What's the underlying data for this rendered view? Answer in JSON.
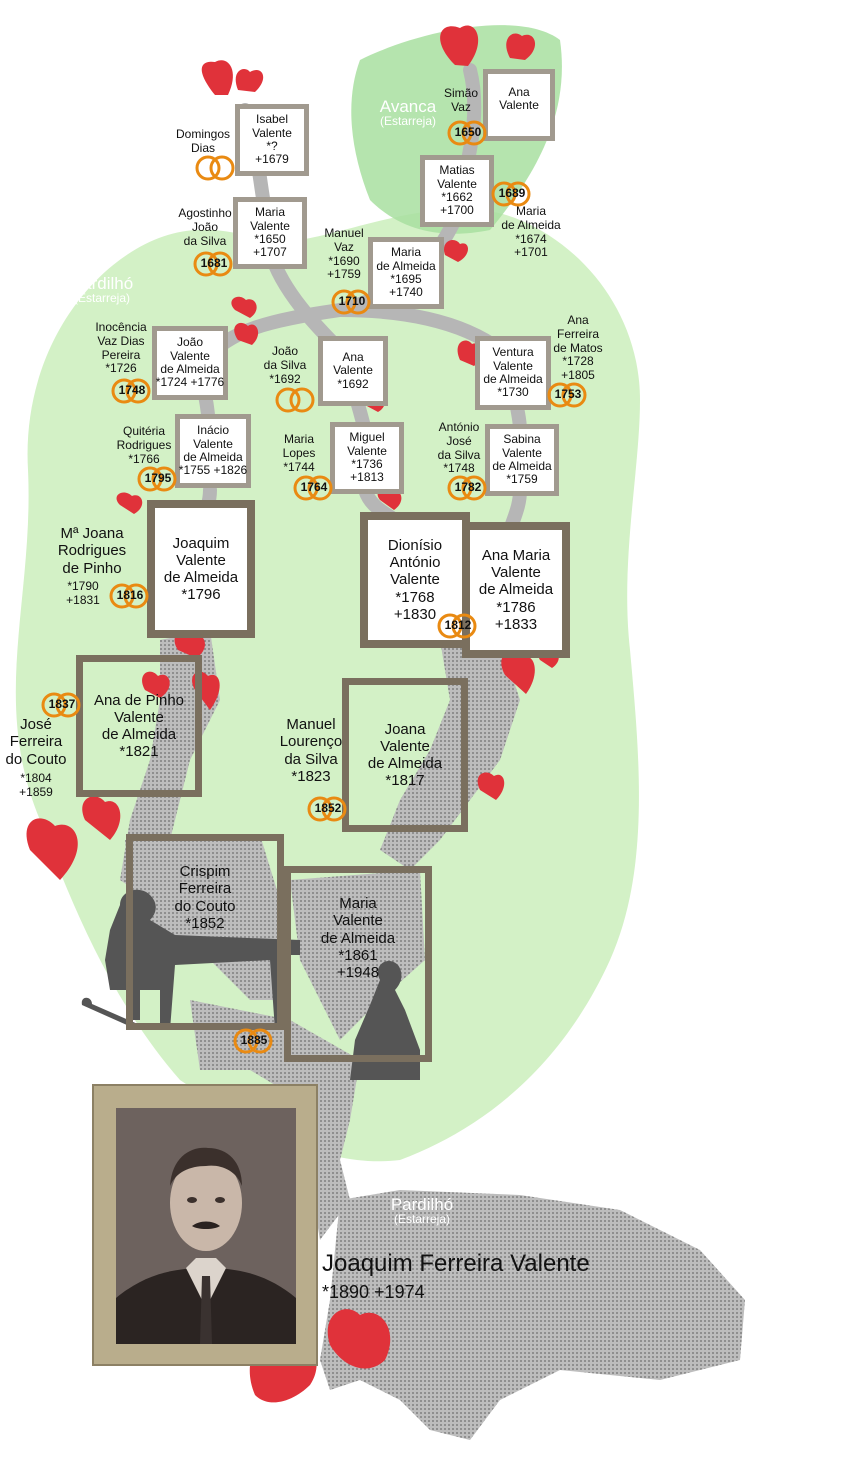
{
  "places": {
    "avanca": {
      "name": "Avanca",
      "region": "(Estarreja)"
    },
    "pardilho_top": {
      "name": "Pardilhó",
      "region": "(Estarreja)"
    },
    "pardilho_bottom": {
      "name": "Pardilhó",
      "region": "(Estarreja)"
    }
  },
  "boxes": {
    "isabel": [
      "Isabel",
      "Valente",
      "*?",
      "+1679"
    ],
    "ana_top": [
      "Ana",
      "Valente"
    ],
    "matias": [
      "Matias",
      "Valente",
      "*1662",
      "+1700"
    ],
    "maria_1650": [
      "Maria",
      "Valente",
      "*1650",
      "+1707"
    ],
    "maria_1695": [
      "Maria",
      "de Almeida",
      "*1695",
      "+1740"
    ],
    "joao_1724": [
      "João",
      "Valente",
      "de Almeida",
      "*1724 +1776"
    ],
    "ana_1692": [
      "Ana",
      "Valente",
      "*1692"
    ],
    "ventura": [
      "Ventura",
      "Valente",
      "de Almeida",
      "*1730"
    ],
    "inacio": [
      "Inácio",
      "Valente",
      "de Almeida",
      "*1755 +1826"
    ],
    "miguel": [
      "Miguel",
      "Valente",
      "*1736",
      "+1813"
    ],
    "sabina": [
      "Sabina",
      "Valente",
      "de Almeida",
      "*1759"
    ],
    "joaquim_1796": [
      "Joaquim",
      "Valente",
      "de Almeida",
      "*1796"
    ],
    "dionisio": [
      "Dionísio",
      "António",
      "Valente",
      "*1768",
      "+1830"
    ],
    "ana_maria": [
      "Ana Maria",
      "Valente",
      "de Almeida",
      "*1786",
      "+1833"
    ],
    "ana_pinho": [
      "Ana de Pinho",
      "Valente",
      "de Almeida",
      "*1821"
    ],
    "joana": [
      "Joana",
      "Valente",
      "de Almeida",
      "*1817"
    ],
    "crispim": [
      "Crispim",
      "Ferreira",
      "do Couto",
      "*1852"
    ],
    "maria_1861": [
      "Maria",
      "Valente",
      "de Almeida",
      "*1861",
      "+1948"
    ]
  },
  "labels": {
    "domingos": [
      "Domingos",
      "Dias"
    ],
    "simao": [
      "Simão",
      "Vaz"
    ],
    "agostinho": [
      "Agostinho",
      "João",
      "da Silva"
    ],
    "maria_1674": [
      "Maria",
      "de Almeida",
      "*1674",
      "+1701"
    ],
    "manuel_vaz": [
      "Manuel",
      "Vaz",
      "*1690",
      "+1759"
    ],
    "inocencia": [
      "Inocência",
      "Vaz Dias",
      "Pereira",
      "*1726"
    ],
    "joao_silva": [
      "João",
      "da Silva",
      "*1692"
    ],
    "ana_ferreira": [
      "Ana",
      "Ferreira",
      "de Matos",
      "*1728",
      "+1805"
    ],
    "quiteria": [
      "Quitéria",
      "Rodrigues",
      "*1766"
    ],
    "maria_lopes": [
      "Maria",
      "Lopes",
      "*1744"
    ],
    "antonio_jose": [
      "António",
      "José",
      "da Silva",
      "*1748"
    ],
    "ma_joana": [
      "Mª Joana",
      "Rodrigues",
      "de Pinho",
      "*1790",
      "+1831"
    ],
    "jose_ferreira": [
      "José",
      "Ferreira",
      "do Couto",
      "*1804",
      "+1859"
    ],
    "manuel_lourenco": [
      "Manuel",
      "Lourenço",
      "da Silva",
      "*1823"
    ]
  },
  "marriages": {
    "domingos_isabel": "",
    "y1650": "1650",
    "y1689": "1689",
    "y1681": "1681",
    "y1710": "1710",
    "y1748": "1748",
    "joao_ana": "",
    "y1753": "1753",
    "y1795": "1795",
    "y1764": "1764",
    "y1782": "1782",
    "y1816": "1816",
    "y1812": "1812",
    "y1837": "1837",
    "y1852": "1852",
    "y1885": "1885"
  },
  "portrait": {
    "name": "Joaquim Ferreira Valente",
    "dates": "*1890  +1974"
  },
  "colors": {
    "background_land": "#d3f1c6",
    "avanca_land": "#a8dfa0",
    "road": "#b6b6b6",
    "frame_big": "#7a6f5e",
    "frame_small": "#a19a8f",
    "ring": "#e98a12",
    "heart": "#e0323a",
    "silhouette": "#555555"
  }
}
